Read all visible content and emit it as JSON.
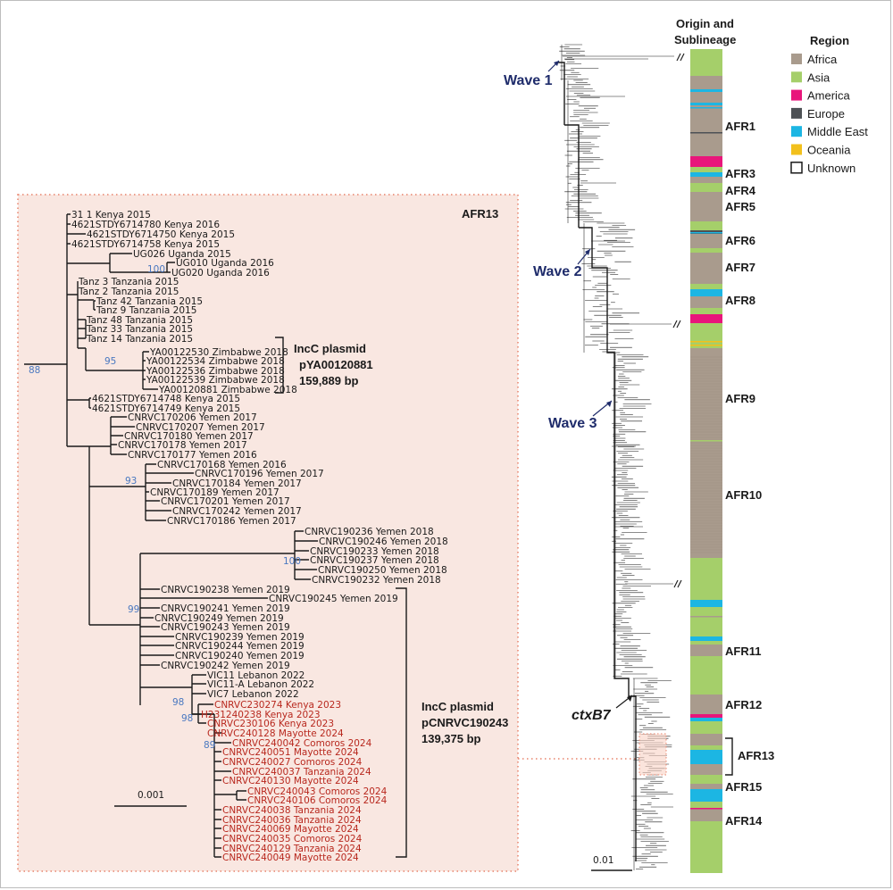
{
  "inset": {
    "title": "AFR13",
    "scale_label": "0.001",
    "leaves": [
      {
        "label": "31 1 Kenya 2015",
        "red": false
      },
      {
        "label": "4621STDY6714780 Kenya 2016",
        "red": false
      },
      {
        "label": "4621STDY6714750 Kenya 2015",
        "red": false
      },
      {
        "label": "4621STDY6714758 Kenya 2015",
        "red": false
      },
      {
        "label": "UG026 Uganda 2015",
        "red": false
      },
      {
        "label": "UG010 Uganda 2016",
        "red": false
      },
      {
        "label": "UG020 Uganda 2016",
        "red": false
      },
      {
        "label": "Tanz 3 Tanzania 2015",
        "red": false
      },
      {
        "label": "Tanz 2 Tanzania 2015",
        "red": false
      },
      {
        "label": "Tanz 42 Tanzania 2015",
        "red": false
      },
      {
        "label": "Tanz 9 Tanzania 2015",
        "red": false
      },
      {
        "label": "Tanz 48 Tanzania 2015",
        "red": false
      },
      {
        "label": "Tanz 33 Tanzania 2015",
        "red": false
      },
      {
        "label": "Tanz 14 Tanzania 2015",
        "red": false
      },
      {
        "label": "YA00122530 Zimbabwe 2018",
        "red": false
      },
      {
        "label": "YA00122534 Zimbabwe 2018",
        "red": false
      },
      {
        "label": "YA00122536 Zimbabwe 2018",
        "red": false
      },
      {
        "label": "YA00122539 Zimbabwe 2018",
        "red": false
      },
      {
        "label": "YA00120881 Zimbabwe 2018",
        "red": false
      },
      {
        "label": "4621STDY6714748 Kenya 2015",
        "red": false
      },
      {
        "label": "4621STDY6714749 Kenya 2015",
        "red": false
      },
      {
        "label": "CNRVC170206 Yemen 2017",
        "red": false
      },
      {
        "label": "CNRVC170207 Yemen 2017",
        "red": false
      },
      {
        "label": "CNRVC170180 Yemen 2017",
        "red": false
      },
      {
        "label": "CNRVC170178 Yemen 2017",
        "red": false
      },
      {
        "label": "CNRVC170177 Yemen 2016",
        "red": false
      },
      {
        "label": "CNRVC170168 Yemen 2016",
        "red": false
      },
      {
        "label": "CNRVC170196 Yemen 2017",
        "red": false
      },
      {
        "label": "CNRVC170184 Yemen 2017",
        "red": false
      },
      {
        "label": "CNRVC170189 Yemen 2017",
        "red": false
      },
      {
        "label": "CNRVC170201 Yemen 2017",
        "red": false
      },
      {
        "label": "CNRVC170242 Yemen 2017",
        "red": false
      },
      {
        "label": "CNRVC170186 Yemen 2017",
        "red": false
      },
      {
        "label": "CNRVC190236 Yemen 2018",
        "red": false
      },
      {
        "label": "CNRVC190246 Yemen 2018",
        "red": false
      },
      {
        "label": "CNRVC190233 Yemen 2018",
        "red": false
      },
      {
        "label": "CNRVC190237 Yemen 2018",
        "red": false
      },
      {
        "label": "CNRVC190250 Yemen 2018",
        "red": false
      },
      {
        "label": "CNRVC190232 Yemen 2018",
        "red": false
      },
      {
        "label": "CNRVC190238 Yemen 2019",
        "red": false
      },
      {
        "label": "CNRVC190245 Yemen 2019",
        "red": false
      },
      {
        "label": "CNRVC190241 Yemen 2019",
        "red": false
      },
      {
        "label": "CNRVC190249 Yemen 2019",
        "red": false
      },
      {
        "label": "CNRVC190243 Yemen 2019",
        "red": false
      },
      {
        "label": "CNRVC190239 Yemen 2019",
        "red": false
      },
      {
        "label": "CNRVC190244 Yemen 2019",
        "red": false
      },
      {
        "label": "CNRVC190240 Yemen 2019",
        "red": false
      },
      {
        "label": "CNRVC190242 Yemen 2019",
        "red": false
      },
      {
        "label": "VIC11 Lebanon 2022",
        "red": false
      },
      {
        "label": "VIC11-A Lebanon 2022",
        "red": false
      },
      {
        "label": "VIC7 Lebanon 2022",
        "red": false
      },
      {
        "label": "CNRVC230274 Kenya 2023",
        "red": true
      },
      {
        "label": "H231240238 Kenya 2023",
        "red": true
      },
      {
        "label": "CNRVC230106 Kenya 2023",
        "red": true
      },
      {
        "label": "CNRVC240128 Mayotte 2024",
        "red": true
      },
      {
        "label": "CNRVC240042 Comoros 2024",
        "red": true
      },
      {
        "label": "CNRVC240051 Mayotte 2024",
        "red": true
      },
      {
        "label": "CNRVC240027 Comoros 2024",
        "red": true
      },
      {
        "label": "CNRVC240037 Tanzania 2024",
        "red": true
      },
      {
        "label": "CNRVC240130 Mayotte 2024",
        "red": true
      },
      {
        "label": "CNRVC240043 Comoros 2024",
        "red": true
      },
      {
        "label": "CNRVC240106 Comoros 2024",
        "red": true
      },
      {
        "label": "CNRVC240038 Tanzania 2024",
        "red": true
      },
      {
        "label": "CNRVC240036 Tanzania 2024",
        "red": true
      },
      {
        "label": "CNRVC240069 Mayotte 2024",
        "red": true
      },
      {
        "label": "CNRVC240035 Comoros 2024",
        "red": true
      },
      {
        "label": "CNRVC240129 Tanzania 2024",
        "red": true
      },
      {
        "label": "CNRVC240049 Mayotte 2024",
        "red": true
      }
    ],
    "bootstrap": [
      "88",
      "100",
      "95",
      "93",
      "100",
      "99",
      "98",
      "98",
      "89"
    ],
    "plasmids": [
      {
        "line1": "IncC plasmid",
        "line2": "pYA00120881",
        "line3": "159,889 bp"
      },
      {
        "line1": "IncC plasmid",
        "line2": "pCNRVC190243",
        "line3": "139,375 bp"
      }
    ]
  },
  "main": {
    "scale_label": "0.01",
    "waves": [
      "Wave 1",
      "Wave 2",
      "Wave 3"
    ],
    "ctx_label": "ctxB7",
    "bar_header": [
      "Origin and",
      "Sublineage"
    ],
    "sublineages": [
      "AFR1",
      "AFR3",
      "AFR4",
      "AFR5",
      "AFR6",
      "AFR7",
      "AFR8",
      "AFR9",
      "AFR10",
      "AFR11",
      "AFR12",
      "AFR13",
      "AFR15",
      "AFR14"
    ]
  },
  "legend": {
    "title": "Region",
    "items": [
      {
        "label": "Africa",
        "color": "#a99b8d"
      },
      {
        "label": "Asia",
        "color": "#a5cf6a"
      },
      {
        "label": "America",
        "color": "#e8167b"
      },
      {
        "label": "Europe",
        "color": "#4d5155"
      },
      {
        "label": "Middle East",
        "color": "#1cb6e3"
      },
      {
        "label": "Oceania",
        "color": "#f2c01c"
      },
      {
        "label": "Unknown",
        "color": "#ffffff"
      }
    ]
  }
}
